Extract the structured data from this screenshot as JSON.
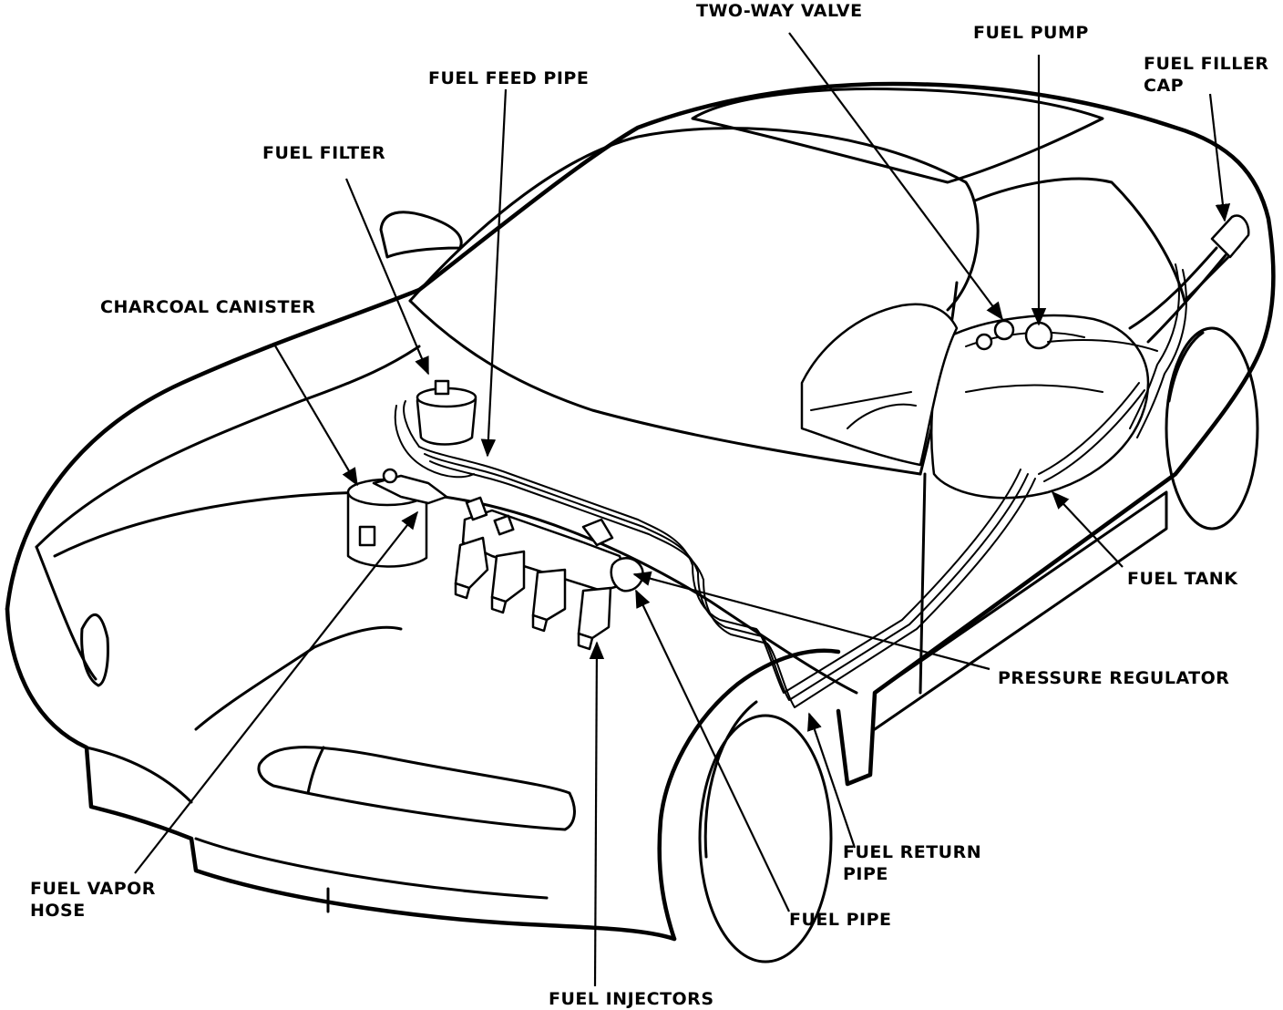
{
  "labels": {
    "two_way_valve": "TWO-WAY VALVE",
    "fuel_pump": "FUEL PUMP",
    "fuel_filler_cap_line1": "FUEL FILLER",
    "fuel_filler_cap_line2": "CAP",
    "fuel_feed_pipe": "FUEL FEED PIPE",
    "fuel_filter": "FUEL FILTER",
    "charcoal_canister": "CHARCOAL CANISTER",
    "fuel_tank": "FUEL TANK",
    "pressure_regulator": "PRESSURE REGULATOR",
    "fuel_return_pipe_line1": "FUEL RETURN",
    "fuel_return_pipe_line2": "PIPE",
    "fuel_vapor_hose_line1": "FUEL VAPOR",
    "fuel_vapor_hose_line2": "HOSE",
    "fuel_pipe": "FUEL PIPE",
    "fuel_injectors": "FUEL INJECTORS"
  }
}
